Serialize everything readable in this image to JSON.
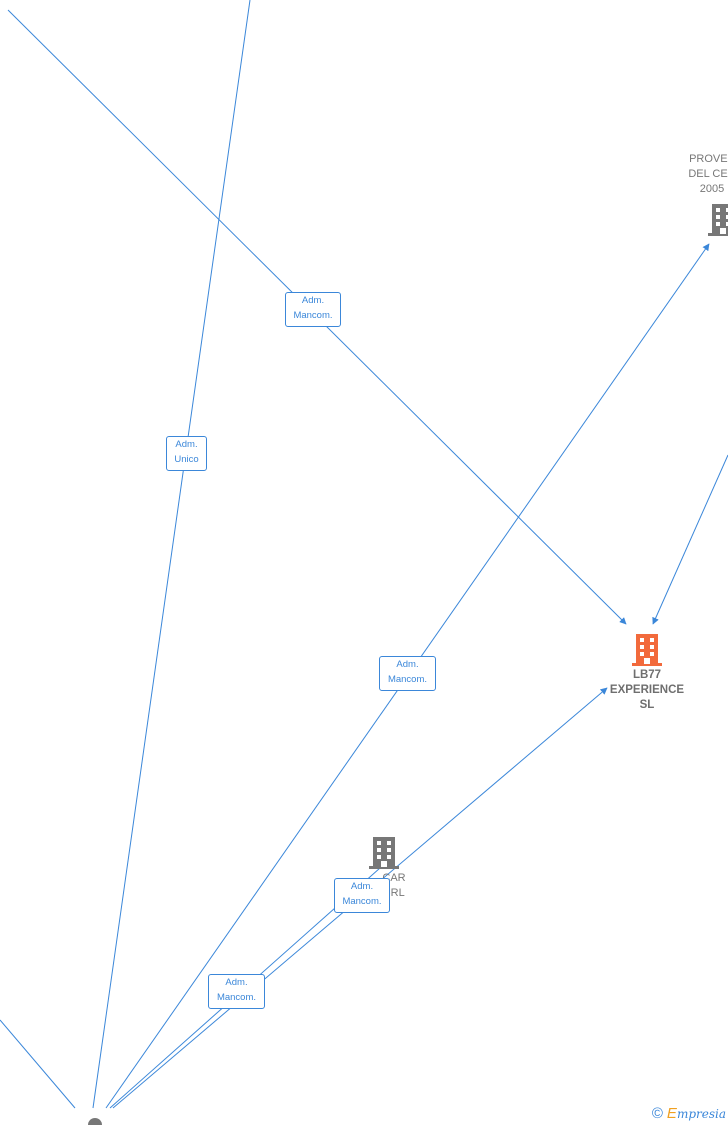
{
  "colors": {
    "edge": "#3b87d9",
    "company": "#777777",
    "focus": "#f26a3c"
  },
  "nodes": {
    "proveedores": {
      "lines": [
        "PROVEE",
        "DEL CEN",
        "2005"
      ],
      "icon": "building-icon"
    },
    "lb77": {
      "lines": [
        "LB77",
        "EXPERIENCE",
        "SL"
      ],
      "icon": "building-icon"
    },
    "car": {
      "lines": [
        "CAR",
        "SRL"
      ],
      "icon": "building-icon"
    }
  },
  "edge_labels": [
    {
      "lines": [
        "Adm.",
        "Mancom."
      ]
    },
    {
      "lines": [
        "Adm.",
        "Unico"
      ]
    },
    {
      "lines": [
        "Adm.",
        "Mancom."
      ]
    },
    {
      "lines": [
        "Adm.",
        "Mancom."
      ]
    },
    {
      "lines": [
        "Adm.",
        "Mancom."
      ]
    }
  ],
  "footer": {
    "copyright": "©",
    "brand_initial": "E",
    "brand_rest": "mpresia"
  }
}
